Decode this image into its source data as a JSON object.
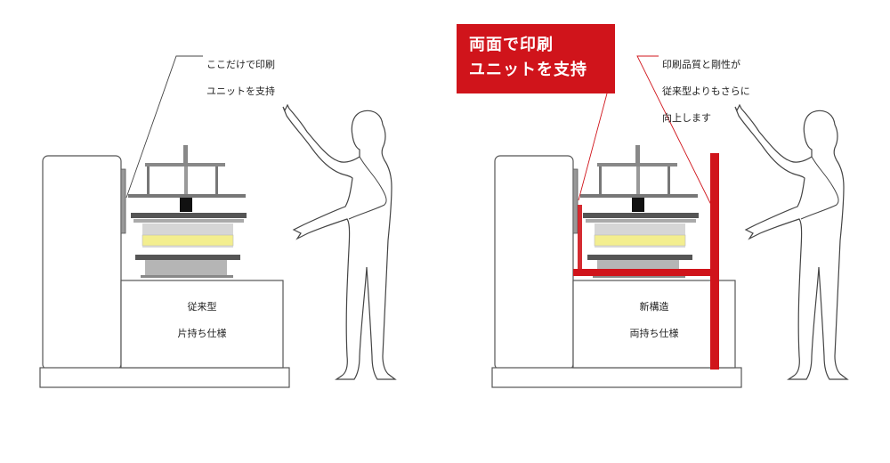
{
  "left": {
    "callout": [
      "ここだけで印刷",
      "ユニットを支持"
    ],
    "base_label": [
      "従来型",
      "片持ち仕様"
    ]
  },
  "right": {
    "headline": [
      "両面で印刷",
      "ユニットを支持"
    ],
    "callout": [
      "印刷品質と剛性が",
      "従来型よりもさらに",
      "向上します"
    ],
    "base_label": [
      "新構造",
      "両持ち仕様"
    ]
  },
  "colors": {
    "accent": "#d0141b",
    "line": "#555555",
    "gray_plate": "#a8a8a8",
    "light_gray": "#d6d6d6",
    "yellow": "#f3ee8f"
  }
}
